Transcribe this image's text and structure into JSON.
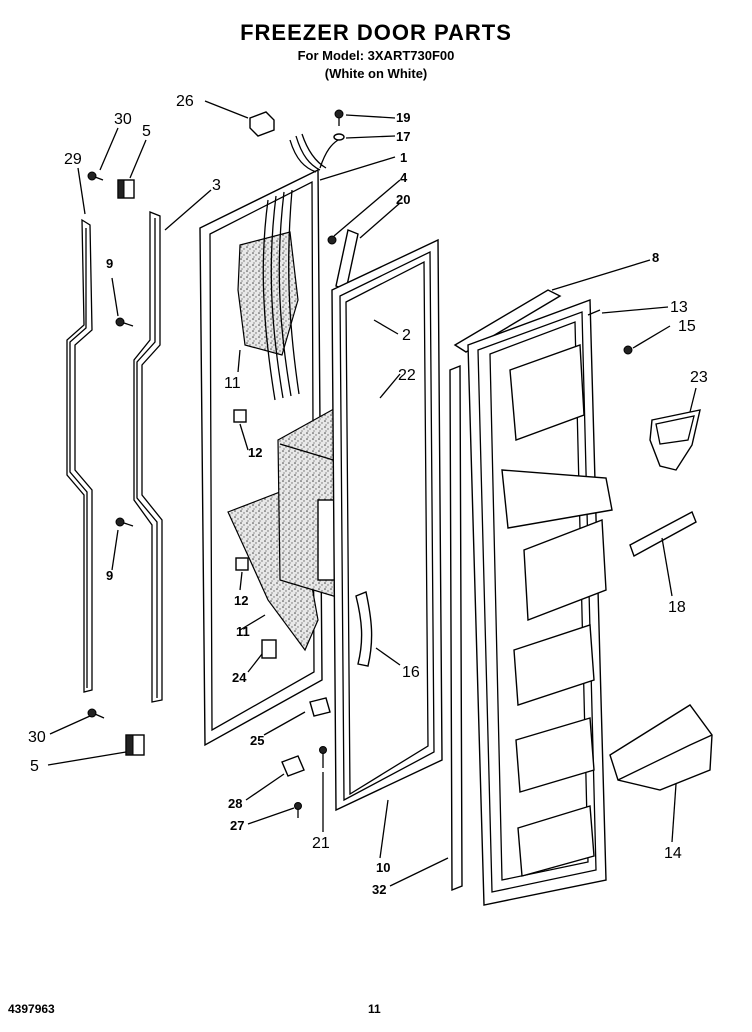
{
  "header": {
    "title": "FREEZER DOOR PARTS",
    "model": "For Model: 3XART730F00",
    "color": "(White on White)"
  },
  "footer": {
    "doc_number": "4397963",
    "page_number": "11"
  },
  "callouts": {
    "c26": "26",
    "c19": "19",
    "c17": "17",
    "c1": "1",
    "c4": "4",
    "c20": "20",
    "c30a": "30",
    "c5a": "5",
    "c29": "29",
    "c3": "3",
    "c9a": "9",
    "c8": "8",
    "c13": "13",
    "c15": "15",
    "c2": "2",
    "c22": "22",
    "c23": "23",
    "c11a": "11",
    "c12a": "12",
    "c9b": "9",
    "c12b": "12",
    "c11b": "11",
    "c18": "18",
    "c24": "24",
    "c16": "16",
    "c30b": "30",
    "c25": "25",
    "c5b": "5",
    "c28": "28",
    "c27": "27",
    "c21": "21",
    "c10": "10",
    "c32": "32",
    "c14": "14"
  }
}
